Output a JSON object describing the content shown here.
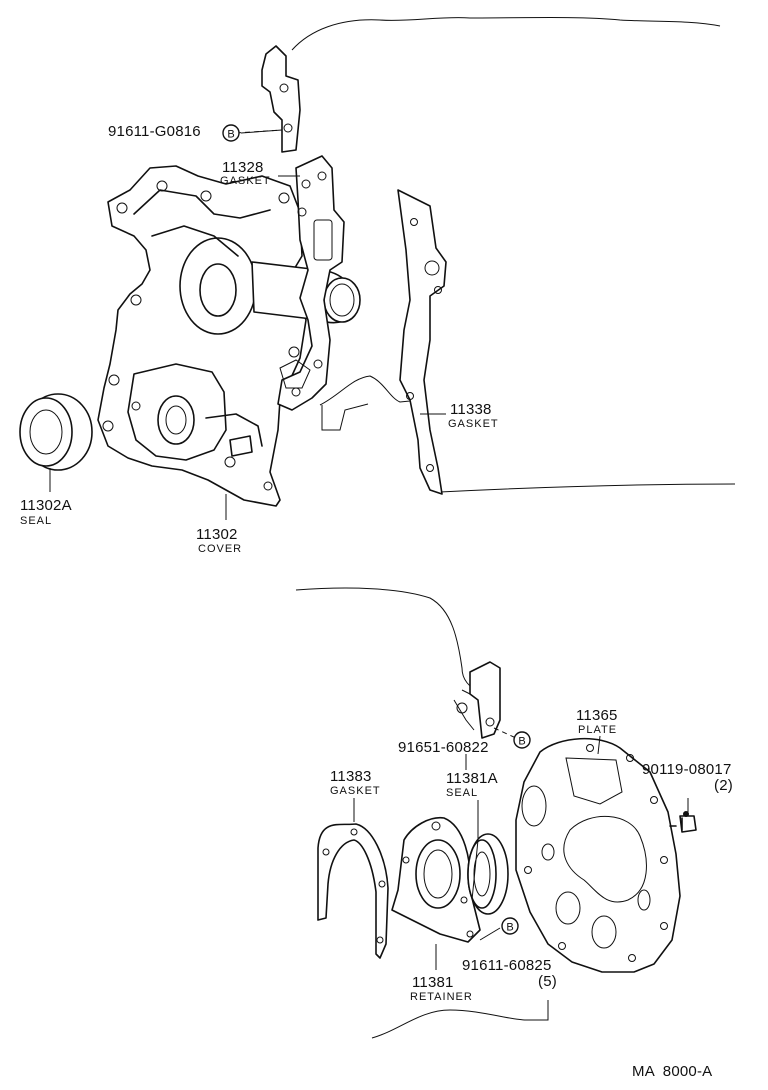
{
  "parts": [
    {
      "number": "91611-G0816",
      "name": "",
      "qty": "",
      "marker": "B"
    },
    {
      "number": "11328",
      "name": "GASKET",
      "qty": "",
      "marker": ""
    },
    {
      "number": "11338",
      "name": "GASKET",
      "qty": "",
      "marker": ""
    },
    {
      "number": "11302A",
      "name": "SEAL",
      "qty": "",
      "marker": ""
    },
    {
      "number": "11302",
      "name": "COVER",
      "qty": "",
      "marker": ""
    },
    {
      "number": "11365",
      "name": "PLATE",
      "qty": "",
      "marker": ""
    },
    {
      "number": "91651-60822",
      "name": "",
      "qty": "",
      "marker": ""
    },
    {
      "number": "90119-08017",
      "name": "",
      "qty": "(2)",
      "marker": ""
    },
    {
      "number": "11383",
      "name": "GASKET",
      "qty": "",
      "marker": ""
    },
    {
      "number": "11381A",
      "name": "SEAL",
      "qty": "",
      "marker": ""
    },
    {
      "number": "91611-60825",
      "name": "",
      "qty": "(5)",
      "marker": "B"
    },
    {
      "number": "11381",
      "name": "RETAINER",
      "qty": "",
      "marker": ""
    }
  ],
  "footer": {
    "code": "MA  8000-A"
  }
}
